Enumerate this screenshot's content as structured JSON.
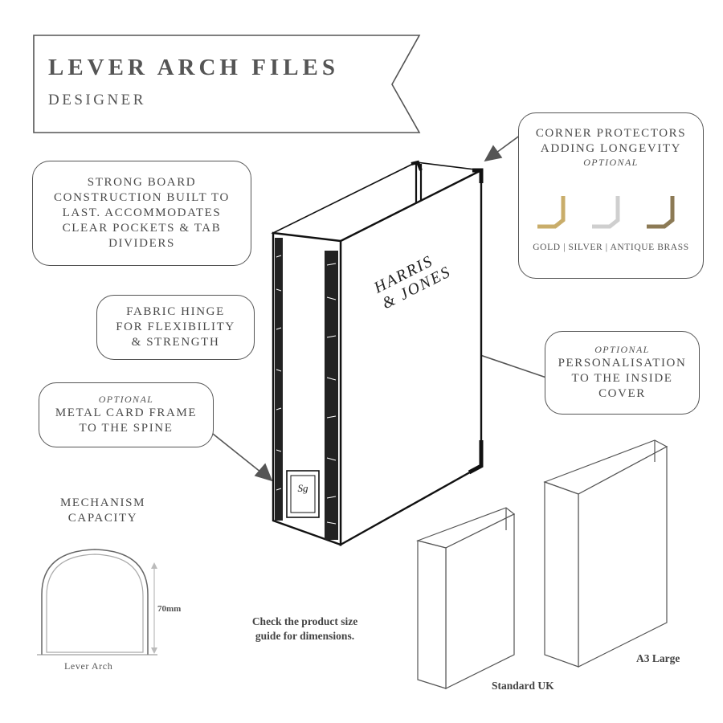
{
  "header": {
    "title": "LEVER ARCH FILES",
    "subtitle": "DESIGNER"
  },
  "callouts": {
    "board": {
      "text_lines": [
        "STRONG BOARD",
        "CONSTRUCTION BUILT TO",
        "LAST.  ACCOMMODATES",
        "CLEAR POCKETS & TAB",
        "DIVIDERS"
      ]
    },
    "hinge": {
      "text_lines": [
        "FABRIC HINGE",
        "FOR FLEXIBILITY",
        "& STRENGTH"
      ]
    },
    "frame": {
      "optional": "OPTIONAL",
      "text_lines": [
        "METAL CARD FRAME",
        "TO THE SPINE"
      ]
    },
    "corners": {
      "text_lines": [
        "CORNER PROTECTORS",
        "ADDING LONGEVITY"
      ],
      "optional": "OPTIONAL",
      "finishes_label": "GOLD | SILVER | ANTIQUE BRASS",
      "finish_colors": [
        "#c9ad6a",
        "#cfcfcf",
        "#8c7a55"
      ]
    },
    "personal": {
      "optional": "OPTIONAL",
      "text_lines": [
        "PERSONALISATION",
        "TO THE INSIDE",
        "COVER"
      ]
    }
  },
  "binder": {
    "cover_text_line1": "HARRIS",
    "cover_text_line2": "& JONES",
    "spine_monogram": "Sg"
  },
  "mechanism": {
    "title_lines": [
      "MECHANISM",
      "CAPACITY"
    ],
    "capacity": "70mm",
    "label": "Lever Arch"
  },
  "note": {
    "lines": [
      "Check the product size",
      "guide for dimensions."
    ]
  },
  "sizes": {
    "standard": "Standard UK",
    "large": "A3 Large"
  }
}
